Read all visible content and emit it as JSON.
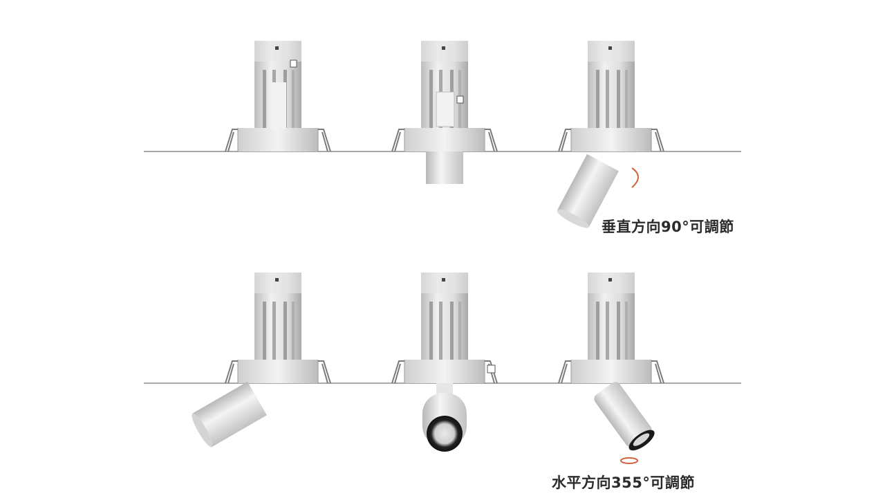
{
  "captions": {
    "vertical": "垂直方向90°可調節",
    "horizontal": "水平方向355°可調節"
  },
  "colors": {
    "background": "#ffffff",
    "housing": "#e4e4e4",
    "housing_shade": "#c9c9c9",
    "ceiling_line": "#8a8a8a",
    "arrow": "#d0603a",
    "text": "#2b2b2b"
  },
  "rows": [
    {
      "name": "vertical-adjustment-row",
      "units": [
        {
          "state": "retracted",
          "icon": "recessed-downlight-retracted"
        },
        {
          "state": "extended",
          "icon": "recessed-downlight-extended"
        },
        {
          "state": "tilted",
          "icon": "recessed-downlight-tilted"
        }
      ]
    },
    {
      "name": "horizontal-rotation-row",
      "units": [
        {
          "state": "tilted-left",
          "icon": "spotlight-tilted-left"
        },
        {
          "state": "facing-front",
          "icon": "spotlight-facing-front"
        },
        {
          "state": "rotated",
          "icon": "spotlight-rotated"
        }
      ]
    }
  ]
}
